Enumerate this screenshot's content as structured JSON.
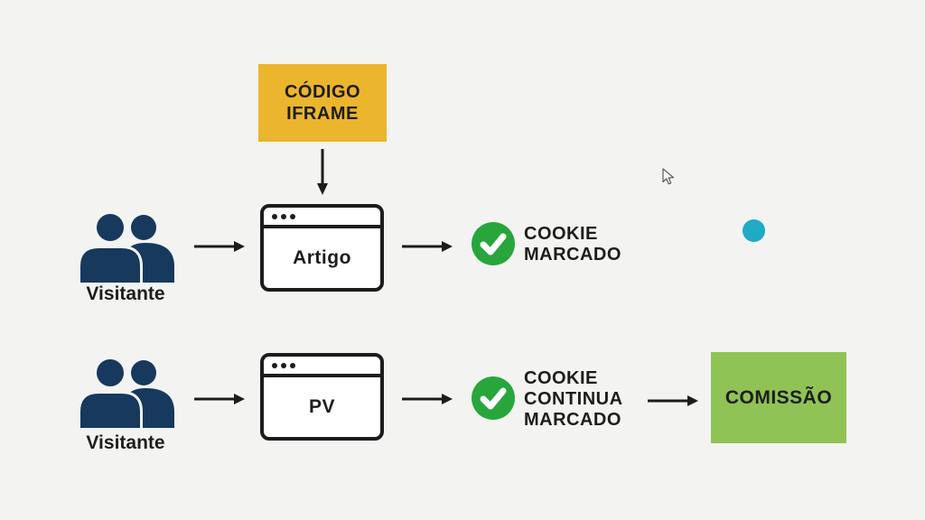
{
  "colors": {
    "background": "#f3f3f2",
    "yellow": "#ebb52e",
    "navy": "#17395e",
    "green": "#28a63c",
    "light-green": "#90c355",
    "teal": "#1faac5",
    "ink": "#1c1c1c",
    "text": "#1d1d1b"
  },
  "iframe_label": "CÓDIGO\nIFRAME",
  "top": {
    "visitor": "Visitante",
    "browser": "Artigo",
    "cookie": "COOKIE\nMARCADO"
  },
  "bottom": {
    "visitor": "Visitante",
    "browser": "PV",
    "cookie": "COOKIE\nCONTINUA\nMARCADO",
    "commission": "COMISSÃO"
  },
  "icons": {
    "visitors": "two-visitors-icon",
    "browser_window": "browser-window-icon",
    "check": "check-circle-icon",
    "arrow": "arrow-icon",
    "cursor": "mouse-pointer-icon",
    "dot": "cyan-dot"
  }
}
